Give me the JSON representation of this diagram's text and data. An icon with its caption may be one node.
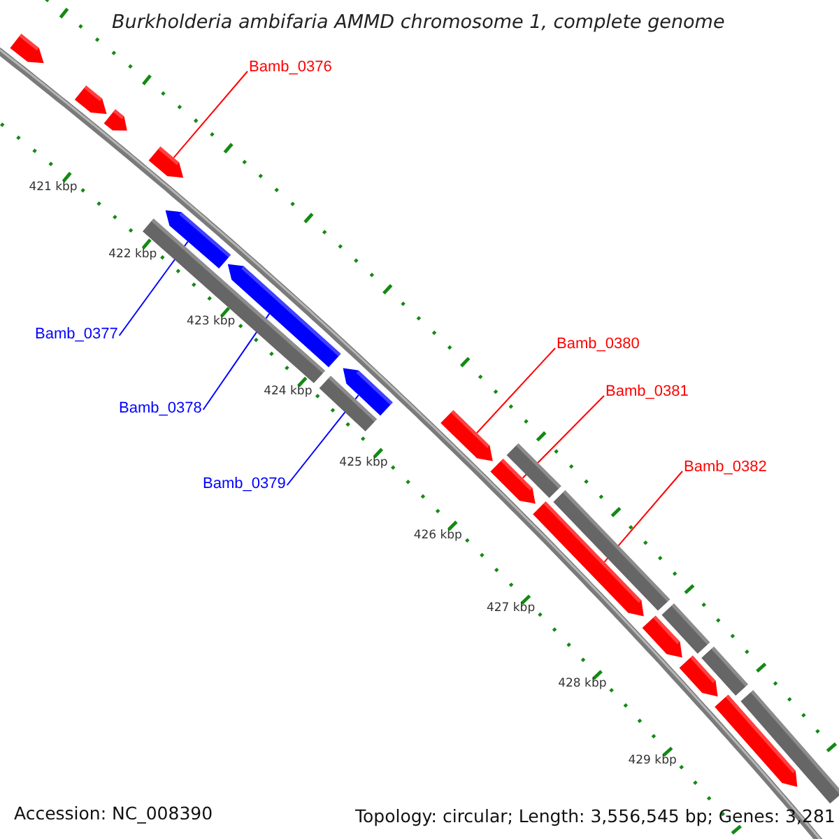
{
  "diagram": {
    "title": "Burkholderia ambifaria AMMD chromosome 1, complete genome",
    "nodes": [
      {
        "text": [
          "Bamb_0376"
        ]
      },
      {
        "text": [
          "Bamb_0377"
        ]
      },
      {
        "text": [
          "Bamb_0378"
        ]
      },
      {
        "text": [
          "Bamb_0379"
        ]
      },
      {
        "text": [
          "Bamb_0380"
        ]
      },
      {
        "text": [
          "Bamb_0381"
        ]
      },
      {
        "text": [
          "Bamb_0382"
        ]
      },
      {
        "text": [],
        "shape": "arrow"
      },
      {
        "text": [],
        "shape": "arrow"
      },
      {
        "text": [],
        "shape": "arrow"
      },
      {
        "text": [],
        "shape": "arrow"
      },
      {
        "text": [],
        "shape": "bar"
      },
      {
        "text": [],
        "shape": "arrow"
      },
      {
        "text": [],
        "shape": "arrow"
      },
      {
        "text": [],
        "shape": "bar"
      },
      {
        "text": [],
        "shape": "arrow"
      },
      {
        "text": [],
        "shape": "arrow"
      },
      {
        "text": [],
        "shape": "bar"
      },
      {
        "text": [],
        "shape": "arrow"
      },
      {
        "text": [],
        "shape": "bar"
      },
      {
        "text": [],
        "shape": "arrow"
      },
      {
        "text": [],
        "shape": "bar"
      },
      {
        "text": [],
        "shape": "arrow"
      },
      {
        "text": [],
        "shape": "bar"
      },
      {
        "text": [],
        "shape": "arrow"
      },
      {
        "text": [],
        "shape": "bar"
      },
      {
        "text": [],
        "shape": "arrow"
      }
    ],
    "edges": [
      {
        "from": 0,
        "to": 10,
        "arrow": "none"
      },
      {
        "from": 1,
        "to": 12,
        "arrow": "none",
        "color": "#0000ff"
      },
      {
        "from": 2,
        "to": 13,
        "arrow": "none",
        "color": "#0000ff"
      },
      {
        "from": 3,
        "to": 15,
        "arrow": "none",
        "color": "#0000ff"
      },
      {
        "from": 4,
        "to": 16,
        "arrow": "none"
      },
      {
        "from": 5,
        "to": 18,
        "arrow": "none"
      },
      {
        "from": 6,
        "to": 20,
        "arrow": "none"
      }
    ],
    "labels": [
      "421 kbp",
      "422 kbp",
      "423 kbp",
      "424 kbp",
      "425 kbp",
      "426 kbp",
      "427 kbp",
      "428 kbp",
      "429 kbp",
      "Accession: NC_008390",
      "Topology: circular; Length: 3,556,545 bp; Genes: 3,281"
    ]
  }
}
